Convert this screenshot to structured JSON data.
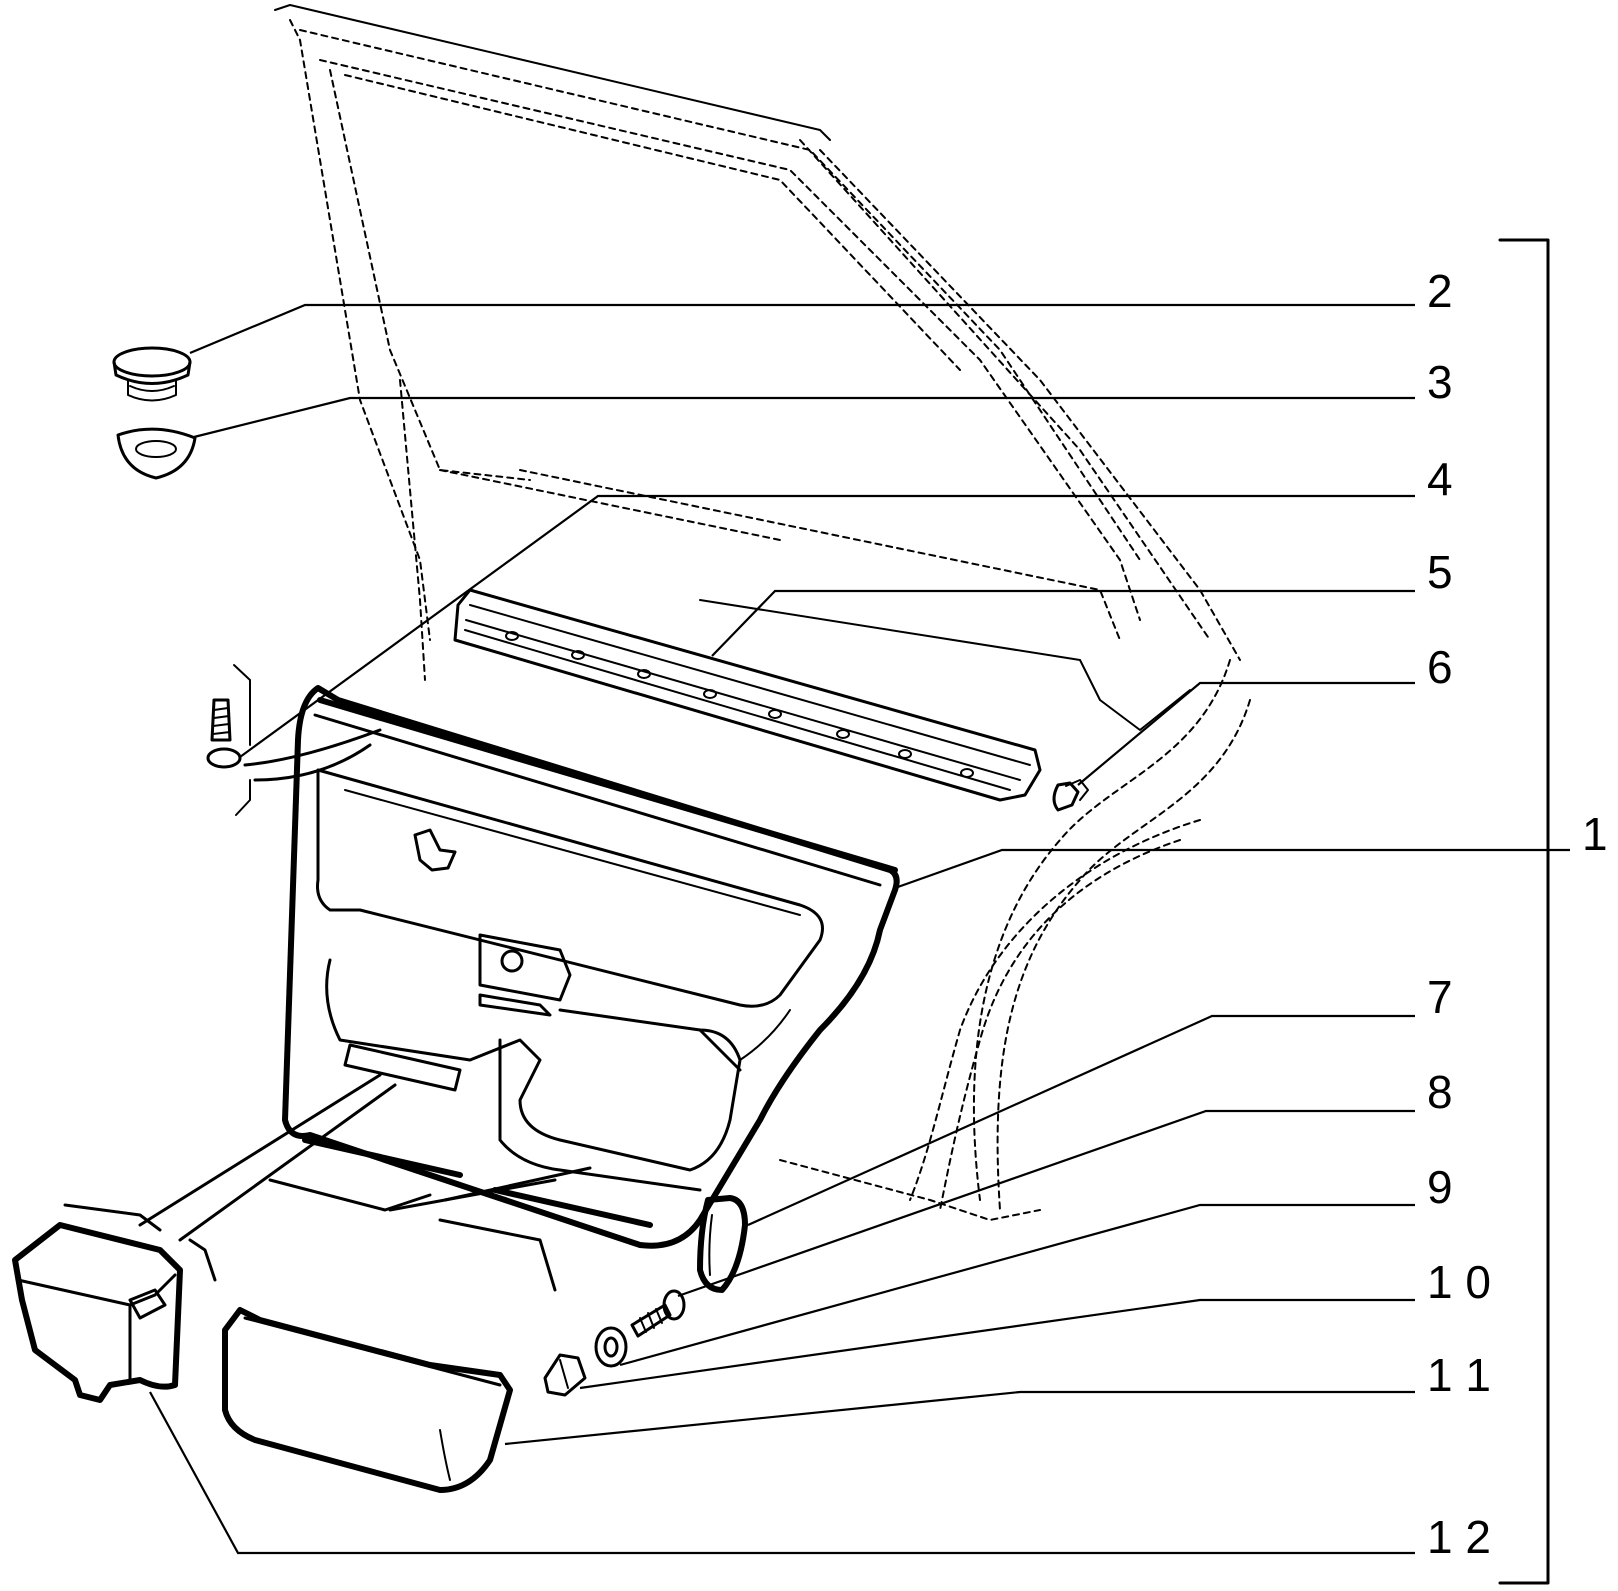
{
  "callouts": [
    {
      "id": "2",
      "label": "2"
    },
    {
      "id": "3",
      "label": "3"
    },
    {
      "id": "4",
      "label": "4"
    },
    {
      "id": "5",
      "label": "5"
    },
    {
      "id": "6",
      "label": "6"
    },
    {
      "id": "1",
      "label": "1"
    },
    {
      "id": "7",
      "label": "7"
    },
    {
      "id": "8",
      "label": "8"
    },
    {
      "id": "9",
      "label": "9"
    },
    {
      "id": "10",
      "label": "1 0"
    },
    {
      "id": "11",
      "label": "1 1"
    },
    {
      "id": "12",
      "label": "1 2"
    }
  ]
}
